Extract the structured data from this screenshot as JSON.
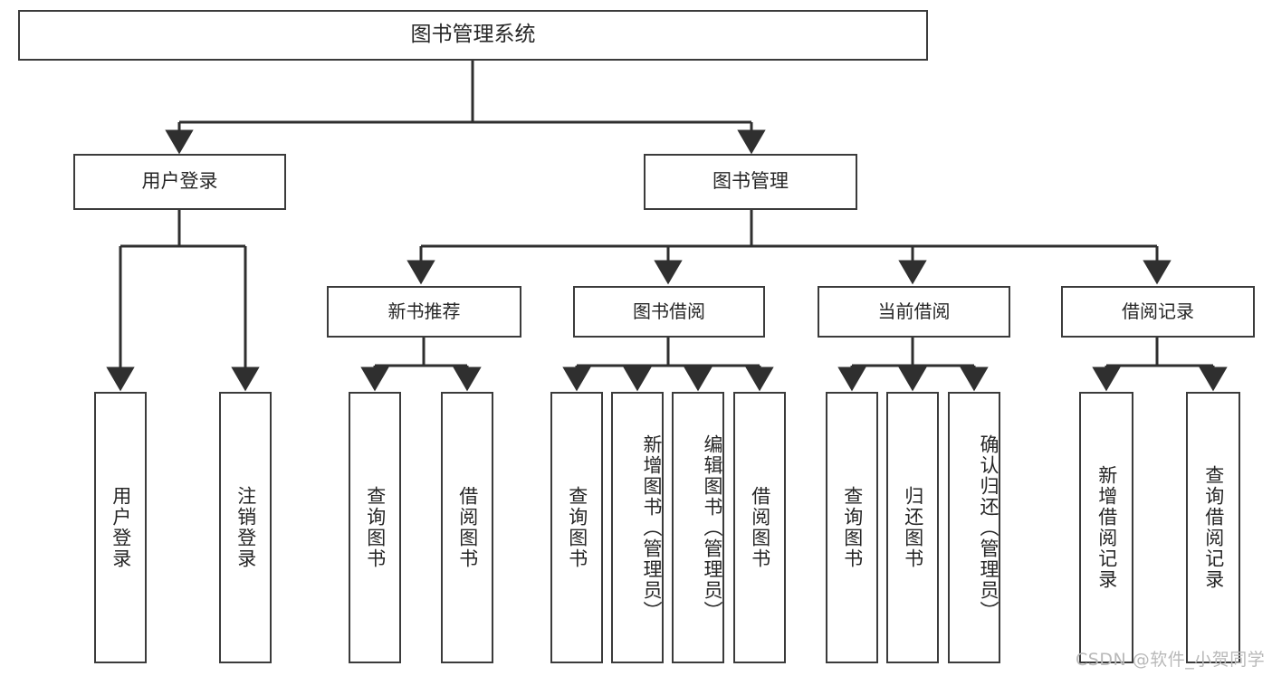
{
  "diagram": {
    "type": "hierarchy-tree",
    "title": "图书管理系统",
    "root": {
      "id": "root",
      "label": "图书管理系统"
    },
    "level2": [
      {
        "id": "user-login",
        "label": "用户登录"
      },
      {
        "id": "book-manage",
        "label": "图书管理"
      }
    ],
    "level3": [
      {
        "id": "new-book-recommend",
        "label": "新书推荐",
        "parent": "book-manage"
      },
      {
        "id": "book-borrow",
        "label": "图书借阅",
        "parent": "book-manage"
      },
      {
        "id": "current-borrow",
        "label": "当前借阅",
        "parent": "book-manage"
      },
      {
        "id": "borrow-record",
        "label": "借阅记录",
        "parent": "book-manage"
      }
    ],
    "leaves": [
      {
        "id": "leaf-user-login",
        "label": "用户登录",
        "parent": "user-login"
      },
      {
        "id": "leaf-logout",
        "label": "注销登录",
        "parent": "user-login"
      },
      {
        "id": "leaf-query-book-1",
        "label": "查询图书",
        "parent": "new-book-recommend"
      },
      {
        "id": "leaf-borrow-book-1",
        "label": "借阅图书",
        "parent": "new-book-recommend"
      },
      {
        "id": "leaf-query-book-2",
        "label": "查询图书",
        "parent": "book-borrow"
      },
      {
        "id": "leaf-add-book",
        "label": "新增图书（管理员）",
        "parent": "book-borrow"
      },
      {
        "id": "leaf-edit-book",
        "label": "编辑图书（管理员）",
        "parent": "book-borrow"
      },
      {
        "id": "leaf-borrow-book-2",
        "label": "借阅图书",
        "parent": "book-borrow"
      },
      {
        "id": "leaf-query-book-3",
        "label": "查询图书",
        "parent": "current-borrow"
      },
      {
        "id": "leaf-return-book",
        "label": "归还图书",
        "parent": "current-borrow"
      },
      {
        "id": "leaf-confirm-return",
        "label": "确认归还（管理员）",
        "parent": "current-borrow"
      },
      {
        "id": "leaf-add-record",
        "label": "新增借阅记录",
        "parent": "borrow-record"
      },
      {
        "id": "leaf-query-record",
        "label": "查询借阅记录",
        "parent": "borrow-record"
      }
    ],
    "watermark": "CSDN @软件_小贺同学",
    "colors": {
      "box_border": "#3b3b3b",
      "box_fill": "#ffffff",
      "text": "#262626",
      "connector": "#2f2f2f",
      "watermark": "#b9b9b9",
      "background": "#ffffff"
    }
  }
}
